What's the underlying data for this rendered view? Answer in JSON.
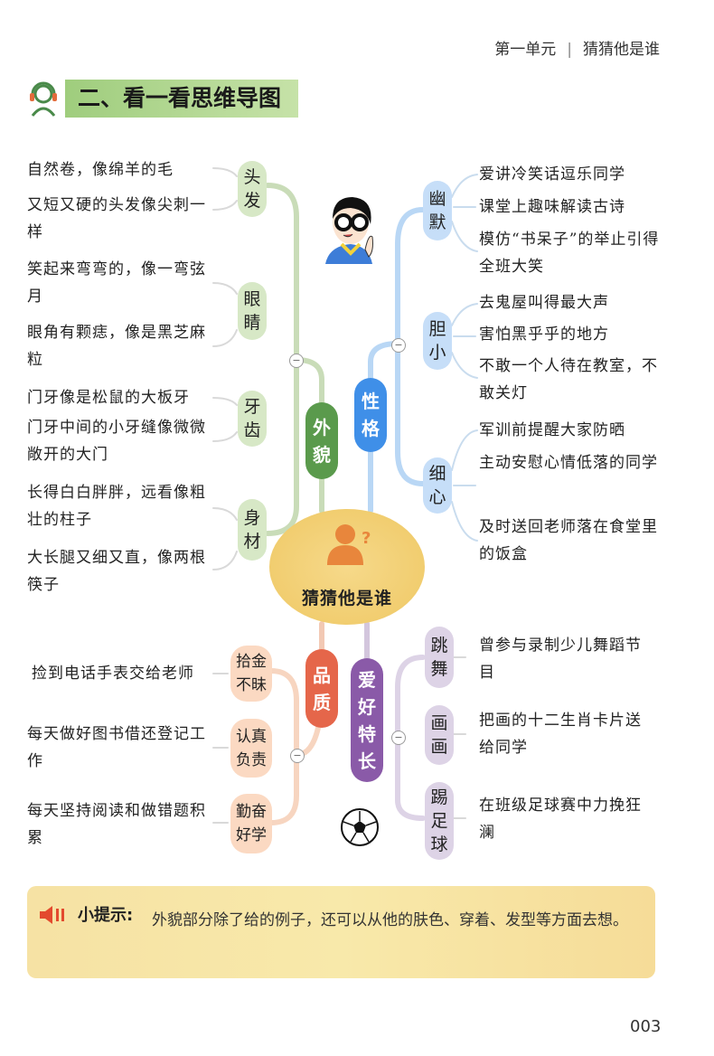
{
  "header": {
    "unit": "第一单元",
    "separator": "|",
    "lesson": "猜猜他是谁"
  },
  "section": {
    "title": "二、看一看思维导图",
    "icon": "headphone-person-icon"
  },
  "center": {
    "title": "猜猜他是谁",
    "icon": "person-question-icon"
  },
  "branches": {
    "appearance": {
      "label_1": "外",
      "label_2": "貌",
      "color": "#5a9a4c",
      "subs": [
        {
          "l1": "头",
          "l2": "发",
          "leaves": [
            "自然卷，像绵羊的毛",
            "又短又硬的头发像尖刺一样"
          ]
        },
        {
          "l1": "眼",
          "l2": "睛",
          "leaves": [
            "笑起来弯弯的，像一弯弦月",
            "眼角有颗痣，像是黑芝麻粒"
          ]
        },
        {
          "l1": "牙",
          "l2": "齿",
          "leaves": [
            "门牙像是松鼠的大板牙",
            "门牙中间的小牙缝像微微敞开的大门"
          ]
        },
        {
          "l1": "身",
          "l2": "材",
          "leaves": [
            "长得白白胖胖，远看像粗壮的柱子",
            "大长腿又细又直，像两根筷子"
          ]
        }
      ]
    },
    "personality": {
      "label_1": "性",
      "label_2": "格",
      "color": "#3f8fe8",
      "subs": [
        {
          "l1": "幽",
          "l2": "默",
          "leaves": [
            "爱讲冷笑话逗乐同学",
            "课堂上趣味解读古诗",
            "模仿“书呆子”的举止引得全班大笑"
          ]
        },
        {
          "l1": "胆",
          "l2": "小",
          "leaves": [
            "去鬼屋叫得最大声",
            "害怕黑乎乎的地方",
            "不敢一个人待在教室，不敢关灯"
          ]
        },
        {
          "l1": "细",
          "l2": "心",
          "leaves": [
            "军训前提醒大家防晒",
            "主动安慰心情低落的同学",
            "及时送回老师落在食堂里的饭盒"
          ]
        }
      ]
    },
    "quality": {
      "label_1": "品",
      "label_2": "质",
      "color": "#e5664a",
      "subs": [
        {
          "l1": "拾金",
          "l2": "不昧",
          "leaves": [
            "捡到电话手表交给老师"
          ]
        },
        {
          "l1": "认真",
          "l2": "负责",
          "leaves": [
            "每天做好图书借还登记工作"
          ]
        },
        {
          "l1": "勤奋",
          "l2": "好学",
          "leaves": [
            "每天坚持阅读和做错题积累"
          ]
        }
      ]
    },
    "hobbies": {
      "label_1": "爱",
      "label_2": "好",
      "label_3": "特",
      "label_4": "长",
      "color": "#8a5aa8",
      "subs": [
        {
          "l1": "跳",
          "l2": "舞",
          "leaves": [
            "曾参与录制少儿舞蹈节目"
          ]
        },
        {
          "l1": "画",
          "l2": "画",
          "leaves": [
            "把画的十二生肖卡片送给同学"
          ]
        },
        {
          "l1": "踢",
          "l2": "足",
          "l3": "球",
          "leaves": [
            "在班级足球赛中力挽狂澜"
          ]
        }
      ]
    }
  },
  "collapse_symbol": "−",
  "tip": {
    "label": "小提示:",
    "text": "外貌部分除了给的例子，还可以从他的肤色、穿着、发型等方面去想。",
    "icon": "speaker-icon"
  },
  "page_number": "003"
}
